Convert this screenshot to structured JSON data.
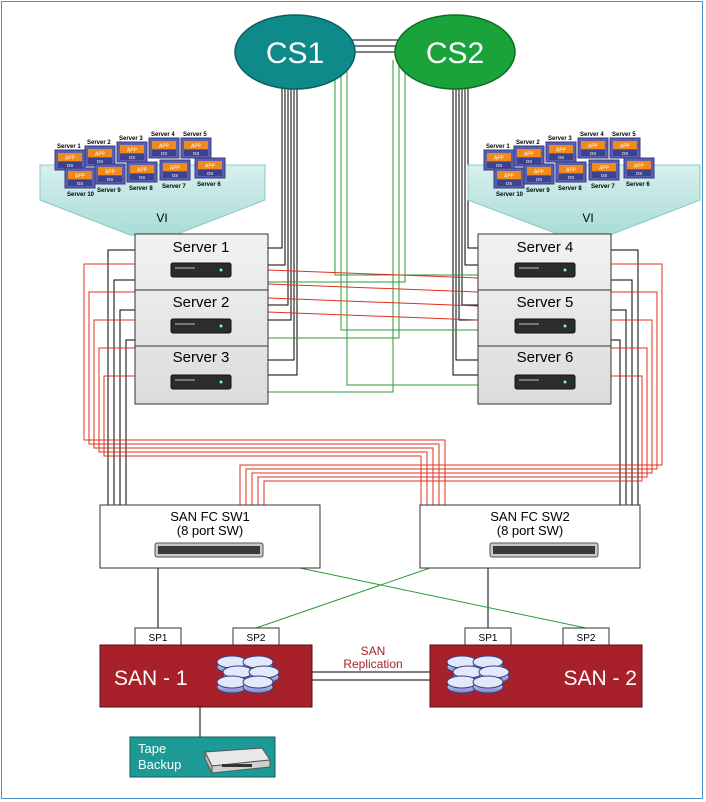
{
  "switches": {
    "cs1": "CS1",
    "cs2": "CS2"
  },
  "virtualization": {
    "left_label": "VI",
    "right_label": "VI",
    "server_labels": [
      "Server 1",
      "Server 2",
      "Server 3",
      "Server 4",
      "Server 5",
      "Server 6",
      "Server 7",
      "Server 8",
      "Server 9",
      "Server 10"
    ],
    "vm_tag_top": "APP",
    "vm_tag_bottom": "OS"
  },
  "servers": {
    "left": [
      "Server 1",
      "Server 2",
      "Server 3"
    ],
    "right": [
      "Server 4",
      "Server 5",
      "Server 6"
    ]
  },
  "san_switches": {
    "sw1_title": "SAN FC SW1",
    "sw1_sub": "(8 port SW)",
    "sw2_title": "SAN FC SW2",
    "sw2_sub": "(8 port SW)"
  },
  "san": {
    "san1": "SAN - 1",
    "san2": "SAN - 2",
    "sp1": "SP1",
    "sp2": "SP2",
    "replication_line1": "SAN",
    "replication_line2": "Replication"
  },
  "tape": {
    "line1": "Tape",
    "line2": "Backup"
  },
  "colors": {
    "cs1": "#0f8a8a",
    "cs2": "#19a33a",
    "san": "#a8202a",
    "frame": "#4a90c8",
    "link_black": "#000000",
    "link_red": "#e0301e",
    "link_green": "#2a9a3a"
  }
}
